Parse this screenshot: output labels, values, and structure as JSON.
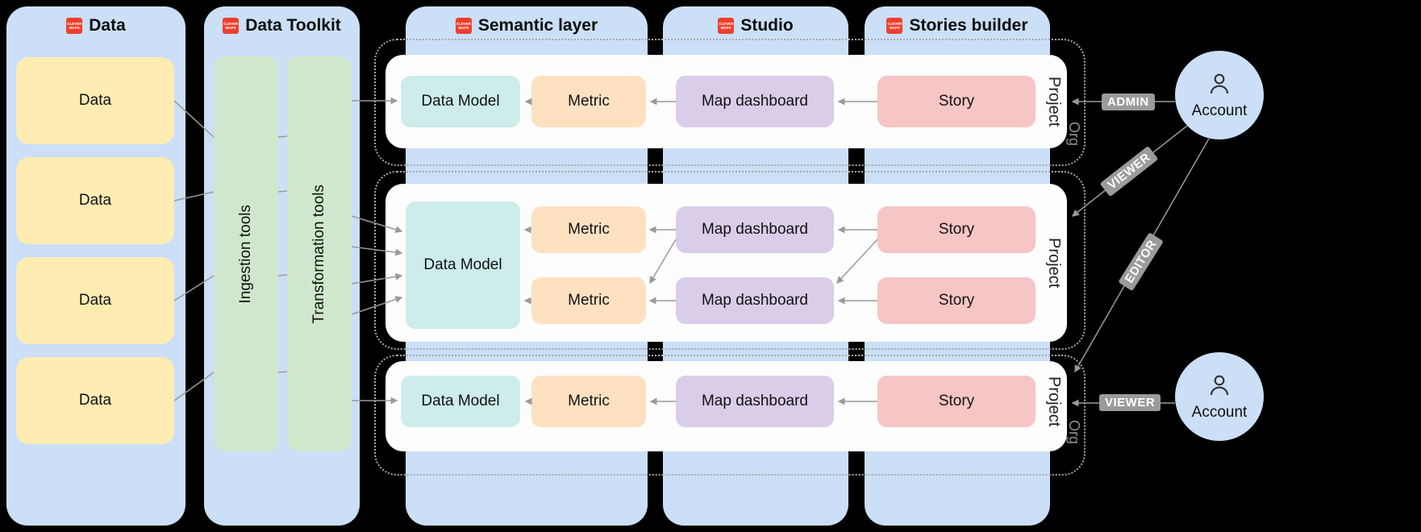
{
  "logo_text": "CLEVER MAPS",
  "headers": {
    "data": "Data",
    "toolkit": "Data Toolkit",
    "semantic": "Semantic layer",
    "studio": "Studio",
    "stories": "Stories builder"
  },
  "data_sources": {
    "labels": [
      "Data",
      "Data",
      "Data",
      "Data"
    ]
  },
  "toolkit": {
    "ingestion": "Ingestion tools",
    "transformation": "Transformation tools"
  },
  "projects": [
    {
      "label": "Project",
      "org": "Org",
      "data_model": "Data Model",
      "metrics": [
        "Metric"
      ],
      "dashboards": [
        "Map dashboard"
      ],
      "stories": [
        "Story"
      ]
    },
    {
      "label": "Project",
      "data_model": "Data Model",
      "metrics": [
        "Metric",
        "Metric"
      ],
      "dashboards": [
        "Map dashboard",
        "Map dashboard"
      ],
      "stories": [
        "Story",
        "Story"
      ]
    },
    {
      "label": "Project",
      "org": "Org",
      "data_model": "Data Model",
      "metrics": [
        "Metric"
      ],
      "dashboards": [
        "Map dashboard"
      ],
      "stories": [
        "Story"
      ]
    }
  ],
  "accounts": {
    "top": {
      "label": "Account"
    },
    "bottom": {
      "label": "Account"
    }
  },
  "roles": {
    "admin": "ADMIN",
    "viewer_top": "VIEWER",
    "editor": "EDITOR",
    "viewer_bottom": "VIEWER"
  },
  "colors": {
    "background": "#000000",
    "container_blue": "#cbdff6",
    "source_yellow": "#ffecb3",
    "tool_green": "#cfe8cd",
    "data_model_teal": "#cdecea",
    "metric_peach": "#fee1c0",
    "dashboard_purple": "#dacdea",
    "story_pink": "#f5c6c5",
    "brand_red": "#ee3f2d",
    "badge_gray": "#9b9b9b",
    "wire_gray": "#9a9a9a"
  }
}
